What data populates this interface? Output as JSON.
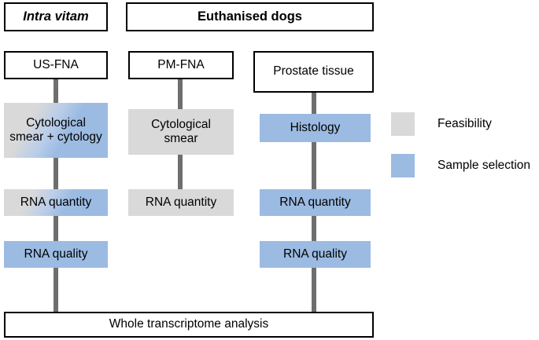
{
  "figure": {
    "type": "flowchart",
    "title_visible": false,
    "colors": {
      "feasibility_gray": "#d9d9d9",
      "sample_selection_blue": "#9cbbe2",
      "connector_gray": "#6e6e6e",
      "outline_black": "#000000",
      "background": "#ffffff"
    }
  },
  "headers": [
    {
      "id": "intra-vitam",
      "label": "Intra vitam",
      "style": "bold-italic"
    },
    {
      "id": "euthanised-dogs",
      "label": "Euthanised dogs",
      "style": "bold"
    }
  ],
  "columns": [
    {
      "id": "us-fna",
      "group": "Intra vitam",
      "source": {
        "label": "US-FNA",
        "fill": "outline"
      },
      "steps": [
        {
          "label": "Cytological smear + cytology",
          "fill": "gradient"
        },
        {
          "label": "RNA quantity",
          "fill": "gradient"
        },
        {
          "label": "RNA quality",
          "fill": "blue"
        }
      ],
      "connects_to_output": true
    },
    {
      "id": "pm-fna",
      "group": "Euthanised dogs",
      "source": {
        "label": "PM-FNA",
        "fill": "outline"
      },
      "steps": [
        {
          "label": "Cytological smear",
          "fill": "gray"
        },
        {
          "label": "RNA quantity",
          "fill": "gray"
        }
      ],
      "connects_to_output": false
    },
    {
      "id": "prostate-tissue",
      "group": "Euthanised dogs",
      "source": {
        "label": "Prostate tissue",
        "fill": "outline"
      },
      "steps": [
        {
          "label": "Histology",
          "fill": "blue"
        },
        {
          "label": "RNA quantity",
          "fill": "blue"
        },
        {
          "label": "RNA quality",
          "fill": "blue"
        }
      ],
      "connects_to_output": true
    }
  ],
  "output": {
    "label": "Whole transcriptome analysis",
    "fill": "outline"
  },
  "legend": {
    "items": [
      {
        "swatch": "gray",
        "label": "Feasibility",
        "color": "#d9d9d9"
      },
      {
        "swatch": "blue",
        "label": "Sample selection",
        "color": "#9cbbe2"
      }
    ]
  }
}
